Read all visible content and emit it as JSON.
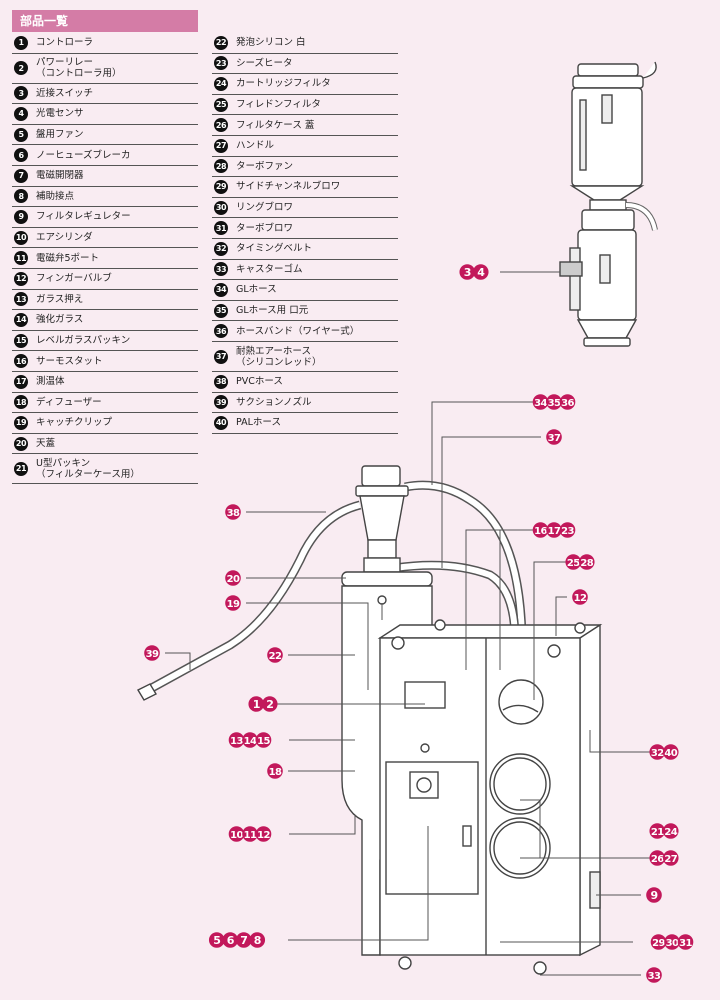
{
  "legend": {
    "title": "部品一覧",
    "col1": [
      {
        "num": "1",
        "text": "コントローラ"
      },
      {
        "num": "2",
        "text": "パワーリレー\n（コントローラ用）"
      },
      {
        "num": "3",
        "text": "近接スイッチ"
      },
      {
        "num": "4",
        "text": "光電センサ"
      },
      {
        "num": "5",
        "text": "盤用ファン"
      },
      {
        "num": "6",
        "text": "ノーヒューズブレーカ"
      },
      {
        "num": "7",
        "text": "電磁開閉器"
      },
      {
        "num": "8",
        "text": "補助接点"
      },
      {
        "num": "9",
        "text": "フィルタレギュレター"
      },
      {
        "num": "10",
        "text": "エアシリンダ"
      },
      {
        "num": "11",
        "text": "電磁弁5ポート"
      },
      {
        "num": "12",
        "text": "フィンガーバルブ"
      },
      {
        "num": "13",
        "text": "ガラス押え"
      },
      {
        "num": "14",
        "text": "強化ガラス"
      },
      {
        "num": "15",
        "text": "レベルガラスパッキン"
      },
      {
        "num": "16",
        "text": "サーモスタット"
      },
      {
        "num": "17",
        "text": "測温体"
      },
      {
        "num": "18",
        "text": "ディフューザー"
      },
      {
        "num": "19",
        "text": "キャッチクリップ"
      },
      {
        "num": "20",
        "text": "天蓋"
      },
      {
        "num": "21",
        "text": "U型パッキン\n（フィルターケース用）"
      }
    ],
    "col2": [
      {
        "num": "22",
        "text": "発泡シリコン 白"
      },
      {
        "num": "23",
        "text": "シーズヒータ"
      },
      {
        "num": "24",
        "text": "カートリッジフィルタ"
      },
      {
        "num": "25",
        "text": "フィレドンフィルタ"
      },
      {
        "num": "26",
        "text": "フィルタケース 蓋"
      },
      {
        "num": "27",
        "text": "ハンドル"
      },
      {
        "num": "28",
        "text": "ターボファン"
      },
      {
        "num": "29",
        "text": "サイドチャンネルブロワ"
      },
      {
        "num": "30",
        "text": "リングブロワ"
      },
      {
        "num": "31",
        "text": "ターボブロワ"
      },
      {
        "num": "32",
        "text": "タイミングベルト"
      },
      {
        "num": "33",
        "text": "キャスターゴム"
      },
      {
        "num": "34",
        "text": "GLホース"
      },
      {
        "num": "35",
        "text": "GLホース用 口元"
      },
      {
        "num": "36",
        "text": "ホースバンド（ワイヤー式）"
      },
      {
        "num": "37",
        "text": "耐熱エアーホース\n（シリコンレッド）"
      },
      {
        "num": "38",
        "text": "PVCホース"
      },
      {
        "num": "39",
        "text": "サクションノズル"
      },
      {
        "num": "40",
        "text": "PALホース"
      }
    ]
  },
  "callouts": [
    {
      "id": "c-3-4",
      "nums": [
        "3",
        "4"
      ]
    },
    {
      "id": "c-34-35-36",
      "nums": [
        "34",
        "35",
        "36"
      ]
    },
    {
      "id": "c-37",
      "nums": [
        "37"
      ]
    },
    {
      "id": "c-38",
      "nums": [
        "38"
      ]
    },
    {
      "id": "c-16-17-23",
      "nums": [
        "16",
        "17",
        "23"
      ]
    },
    {
      "id": "c-25-28",
      "nums": [
        "25",
        "28"
      ]
    },
    {
      "id": "c-20",
      "nums": [
        "20"
      ]
    },
    {
      "id": "c-19",
      "nums": [
        "19"
      ]
    },
    {
      "id": "c-12-top",
      "nums": [
        "12"
      ]
    },
    {
      "id": "c-39",
      "nums": [
        "39"
      ]
    },
    {
      "id": "c-22",
      "nums": [
        "22"
      ]
    },
    {
      "id": "c-1-2",
      "nums": [
        "1",
        "2"
      ]
    },
    {
      "id": "c-13-14-15",
      "nums": [
        "13",
        "14",
        "15"
      ]
    },
    {
      "id": "c-32-40",
      "nums": [
        "32",
        "40"
      ]
    },
    {
      "id": "c-18",
      "nums": [
        "18"
      ]
    },
    {
      "id": "c-10-11-12",
      "nums": [
        "10",
        "11",
        "12"
      ]
    },
    {
      "id": "c-21-24",
      "nums": [
        "21",
        "24"
      ]
    },
    {
      "id": "c-26-27",
      "nums": [
        "26",
        "27"
      ]
    },
    {
      "id": "c-9",
      "nums": [
        "9"
      ]
    },
    {
      "id": "c-5-6-7-8",
      "nums": [
        "5",
        "6",
        "7",
        "8"
      ]
    },
    {
      "id": "c-29-30-31",
      "nums": [
        "29",
        "30",
        "31"
      ]
    },
    {
      "id": "c-33",
      "nums": [
        "33"
      ]
    }
  ],
  "colors": {
    "background": "#f9ecf2",
    "callout": "#c2185b",
    "title_bg": "#d47ca6",
    "line": "#444444"
  }
}
